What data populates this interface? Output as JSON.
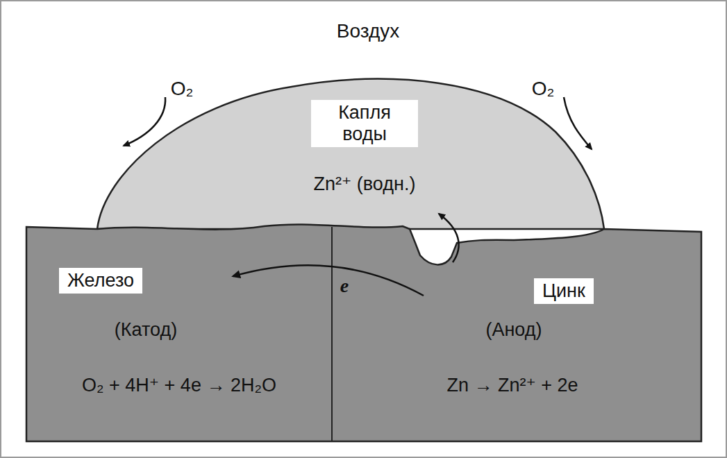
{
  "diagram": {
    "nodes": [
      {
        "text": [
          "Капля воды",
          "Zn²⁺ (водн.)"
        ]
      },
      {
        "text": [
          "(Катод)",
          "O₂ + 4H⁺ + 4e → 2H₂O"
        ]
      },
      {
        "text": [
          "Железо"
        ],
        "in": 1
      },
      {
        "text": [
          "(Анод)",
          "Zn → Zn²⁺ + 2e"
        ]
      },
      {
        "text": [
          "Цинк"
        ],
        "in": 3
      }
    ],
    "edges": [
      {
        "from": 3,
        "to": 1,
        "arrow": "to",
        "label": "e"
      }
    ],
    "labels": [
      "Воздух",
      "O₂",
      "O₂"
    ]
  }
}
